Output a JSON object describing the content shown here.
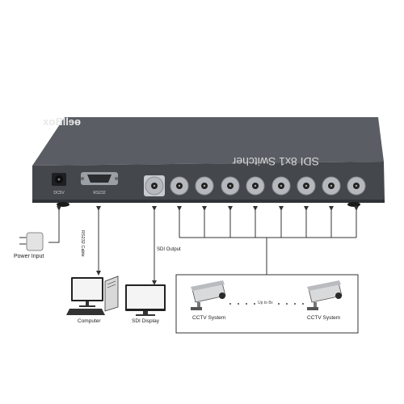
{
  "device": {
    "brand": "ѳellBox",
    "model_label": "SDI 8x1 Switcher",
    "port_labels": {
      "dc": "DC5V",
      "rs232": "RS232"
    },
    "colors": {
      "body": "#4b4f54",
      "top": "#5d6167",
      "front": "#3d4045",
      "brand_accent": "#8ac43f",
      "bnc": "#c9ccd0"
    }
  },
  "labels": {
    "power_input": "Power Input",
    "rs232_cable": "RS232 Cable",
    "sdi_output": "SDI Output",
    "computer": "Computer",
    "sdi_display": "SDI Display",
    "cctv_left": "CCTV System",
    "cctv_right": "CCTV System",
    "up_to": "Up to 8x"
  },
  "icons": [
    "power-adapter-icon",
    "computer-icon",
    "monitor-icon",
    "cctv-camera-icon"
  ]
}
